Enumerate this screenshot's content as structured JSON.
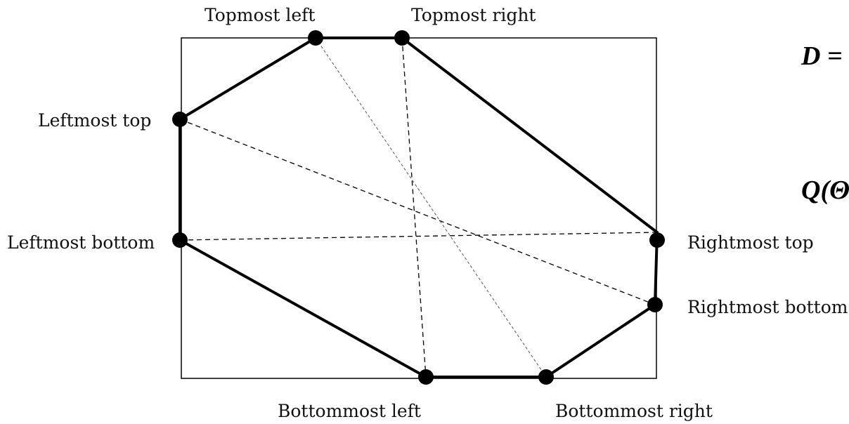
{
  "labels": {
    "topmost_left": "Topmost left",
    "topmost_right": "Topmost right",
    "leftmost_top": "Leftmost top",
    "leftmost_bottom": "Leftmost bottom",
    "rightmost_top": "Rightmost top",
    "rightmost_bottom": "Rightmost bottom",
    "bottommost_left": "Bottommost left",
    "bottommost_right": "Bottommost right"
  },
  "equations": {
    "line1": "D =",
    "line2": "Q(Θ"
  },
  "colors": {
    "stroke": "#000000",
    "background": "#ffffff"
  }
}
